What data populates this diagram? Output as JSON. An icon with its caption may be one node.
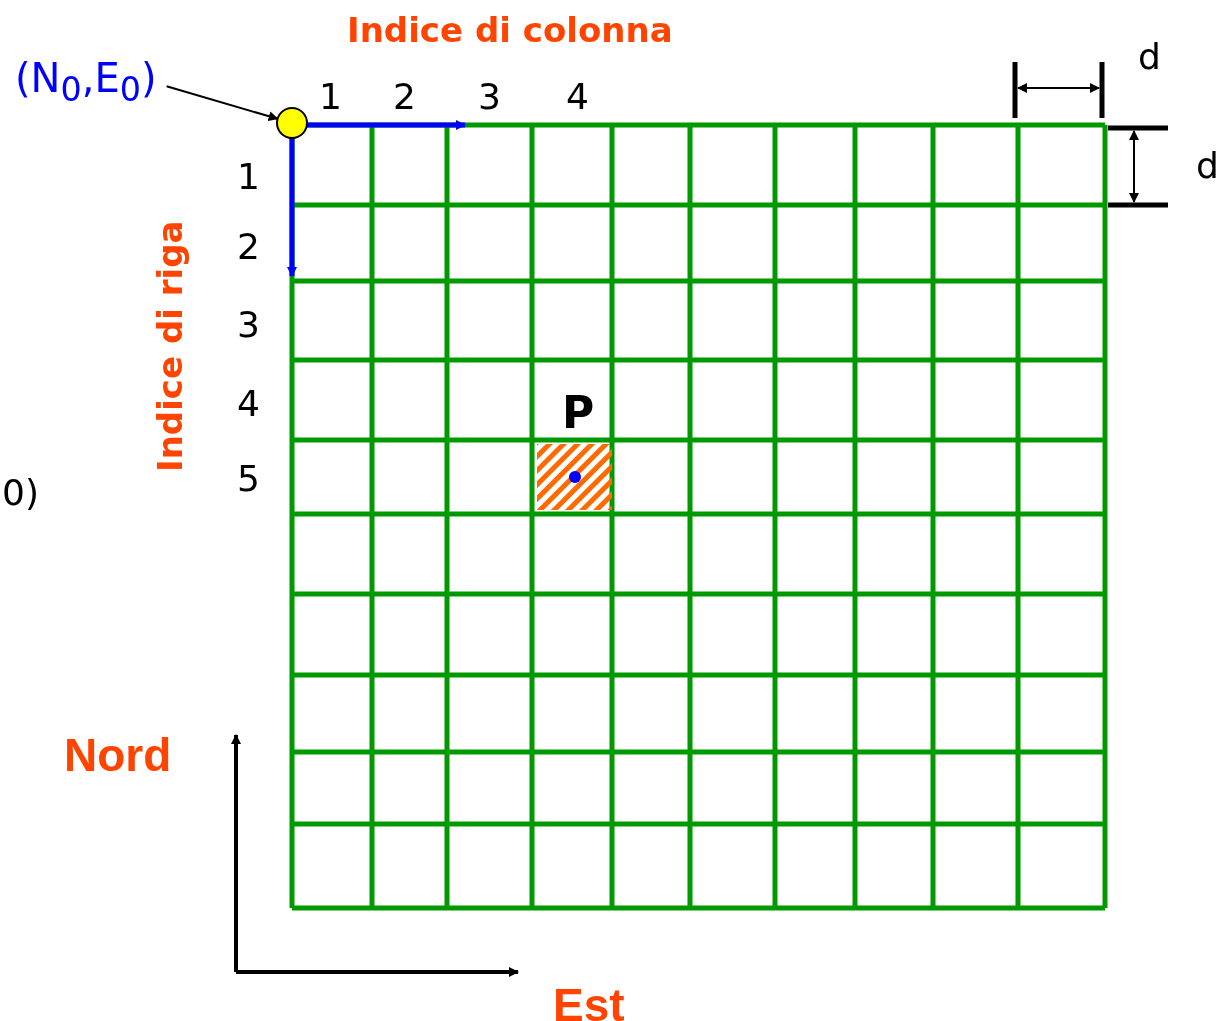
{
  "diagram": {
    "nodes": [
      {
        "text": [
          "(N$_{0}$,E$_{0}$)"
        ]
      },
      {
        "text": [],
        "shape": "circle"
      }
    ],
    "edges": [
      {
        "from": 0,
        "to": 1,
        "arrow": "to"
      }
    ],
    "labels": [
      "Indice di colonna",
      "1",
      "2",
      "3",
      "4",
      "d",
      "d",
      "Indice di riga",
      "1",
      "2",
      "3",
      "4",
      "5",
      "P",
      "0)",
      "Nord",
      "Est"
    ]
  }
}
